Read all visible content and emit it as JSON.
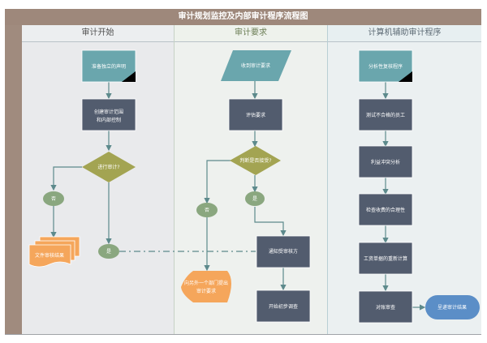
{
  "title": "审计规划监控及内部审计程序流程图",
  "lanes": [
    {
      "label": "审计开始"
    },
    {
      "label": "审计要求"
    },
    {
      "label": "计算机辅助审计程序"
    }
  ],
  "nodes": {
    "prepare_statement": "准备独立的声明",
    "create_scope_line1": "创建审计范围",
    "create_scope_line2": "和内部控制",
    "conduct_audit": "进行审计?",
    "no_1": "否",
    "document_results": "文件审核结果",
    "yes_1": "是",
    "receive_request": "收到审计要求",
    "evaluate_request": "评估要求",
    "judge_approve": "判断是否接受?",
    "yes_2": "是",
    "no_2": "否",
    "notify_auditee": "通知受审核方",
    "other_dept_line1": "向另外一个部门提出",
    "other_dept_line2": "审计要求",
    "start_preliminary": "开始初步调查",
    "analyze_procedure": "分析性复核程序",
    "test_employees": "测试不合格的员工",
    "conflict_analysis": "利益冲突分析",
    "check_revenue": "检查收费的合理性",
    "payroll_recalc": "工资单据的重新计算",
    "reconcile_audit": "对账审查",
    "submit_results": "呈递审计结果"
  },
  "colors": {
    "teal": "#6aa6ad",
    "slate": "#525c6e",
    "olive": "#a3a452",
    "sage": "#8aa77f",
    "orange": "#f5a65b",
    "blue": "#5b8ec7",
    "connector": "#5d8a8c"
  }
}
